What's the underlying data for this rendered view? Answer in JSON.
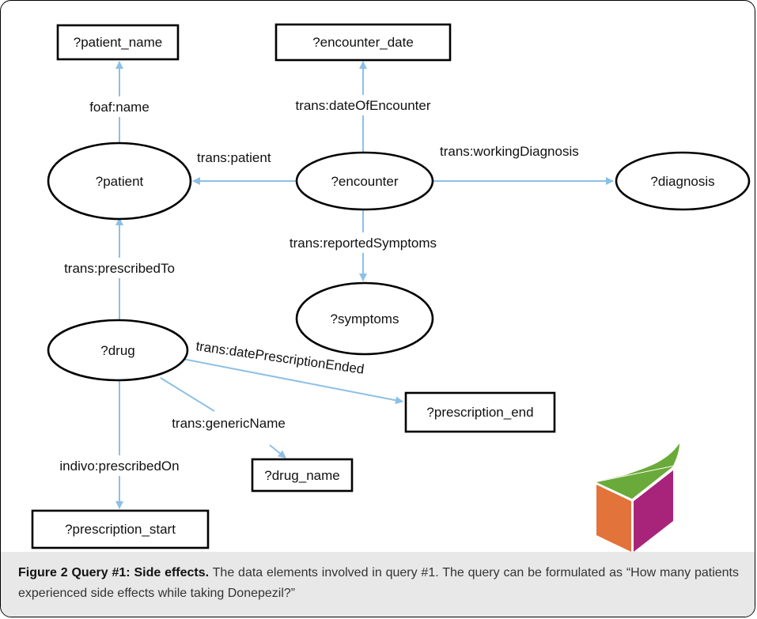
{
  "nodes": {
    "patient_name": "?patient_name",
    "encounter_date": "?encounter_date",
    "patient": "?patient",
    "encounter": "?encounter",
    "diagnosis": "?diagnosis",
    "symptoms": "?symptoms",
    "drug": "?drug",
    "prescription_end": "?prescription_end",
    "drug_name": "?drug_name",
    "prescription_start": "?prescription_start"
  },
  "edges": {
    "foaf_name": "foaf:name",
    "date_of_encounter": "trans:dateOfEncounter",
    "patient": "trans:patient",
    "working_diagnosis": "trans:workingDiagnosis",
    "reported_symptoms": "trans:reportedSymptoms",
    "prescribed_to": "trans:prescribedTo",
    "date_prescription_ended": "trans:datePrescriptionEnded",
    "generic_name": "trans:genericName",
    "prescribed_on": "indivo:prescribedOn"
  },
  "caption": {
    "title": "Figure 2 Query #1: Side effects.",
    "text": " The data elements involved in query #1. The query can be formulated as “How many patients experienced side effects while taking Donepezil?”"
  },
  "logo": {
    "colors": [
      "#6aaa3a",
      "#e2733a",
      "#a8247a"
    ]
  }
}
